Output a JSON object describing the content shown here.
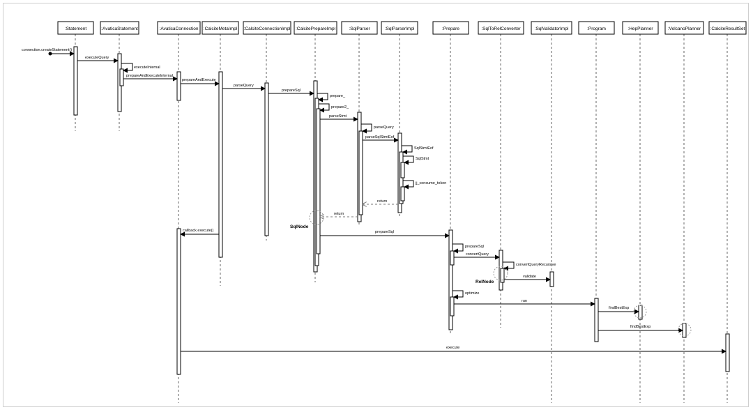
{
  "participants": [
    ":Statement",
    ":AvaticaStatement",
    ":AvaticaConnection",
    ":CalciteMetaImpl",
    ":CalciteConnectionImpl",
    ":CalcitePrepareImpl",
    ":SqlParser",
    ":SqlParserImpl",
    ":Prepare",
    ":SqlToRelConverter",
    ":SqlValidatorImpl",
    ":Program",
    ":HepPlanner",
    ":VolcanoPlanner",
    ":CalciteResultSet"
  ],
  "messages": {
    "createStatement": "connection.createStatement()",
    "executeQuery": "executeQuery",
    "executeInternal": "executeInternal",
    "prepareAndExecuteInternal": "prepareAndExecuteInternal",
    "prepareAndExecute": "prepareAndExecute",
    "parseQuery": "parseQuery",
    "prepareSql": "prepareSql",
    "prepare_": "prepare_",
    "prepare2_": "prepare2_",
    "parseStmt": "parseStmt",
    "parseQueryInner": "parseQuery",
    "parseSqlStmtEof": "parseSqlStmtEof",
    "SqlStmtEof": "SqlStmtEof",
    "SqlStmt": "SqlStmt",
    "jj_consume_token": "jj_consume_token",
    "returnParser": "return",
    "returnPrepare": "return",
    "callbackExecute": "callback.execute()",
    "prepareSqlToPrepare": "prepareSql",
    "prepareSqlSelf": "prepareSql",
    "convertQuery": "convertQuery",
    "convertQueryRecursive": "convertQueryRecursive",
    "validate": "validate",
    "optimize": "optimize",
    "run": "run",
    "findBestExpHep": "findBestExp",
    "findBestExpVolcano": "findBestExp",
    "execute": "execute"
  },
  "notes": {
    "sqlNode": "SqlNode",
    "relNode": "RelNode"
  }
}
